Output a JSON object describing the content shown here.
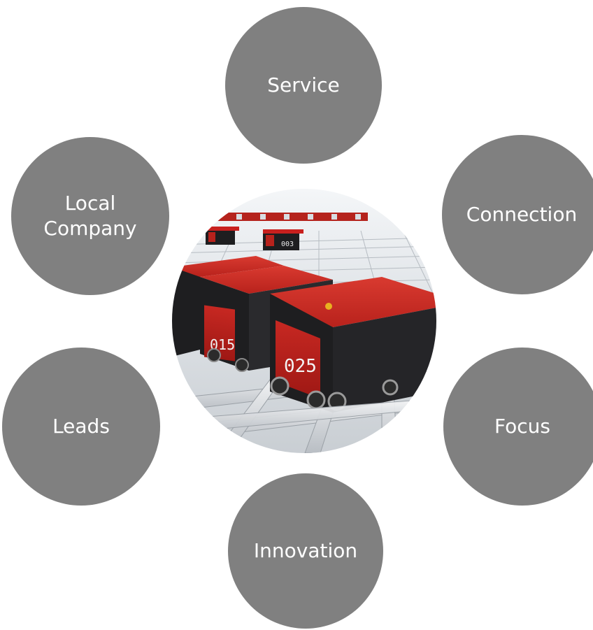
{
  "colors": {
    "node_fill": "#808080",
    "node_text": "#ffffff",
    "robot_red": "#c8201e",
    "robot_body": "#1e1e20",
    "grid_light": "#e4e7ea"
  },
  "hub": {
    "icon": "warehouse-robot-photo",
    "display_a": "025",
    "display_b": "015",
    "display_c": "003"
  },
  "nodes": {
    "service": {
      "label": "Service"
    },
    "connection": {
      "label": "Connection"
    },
    "focus": {
      "label": "Focus"
    },
    "innovation": {
      "label": "Innovation"
    },
    "leads": {
      "label": "Leads"
    },
    "local": {
      "label": "Local\nCompany"
    }
  }
}
